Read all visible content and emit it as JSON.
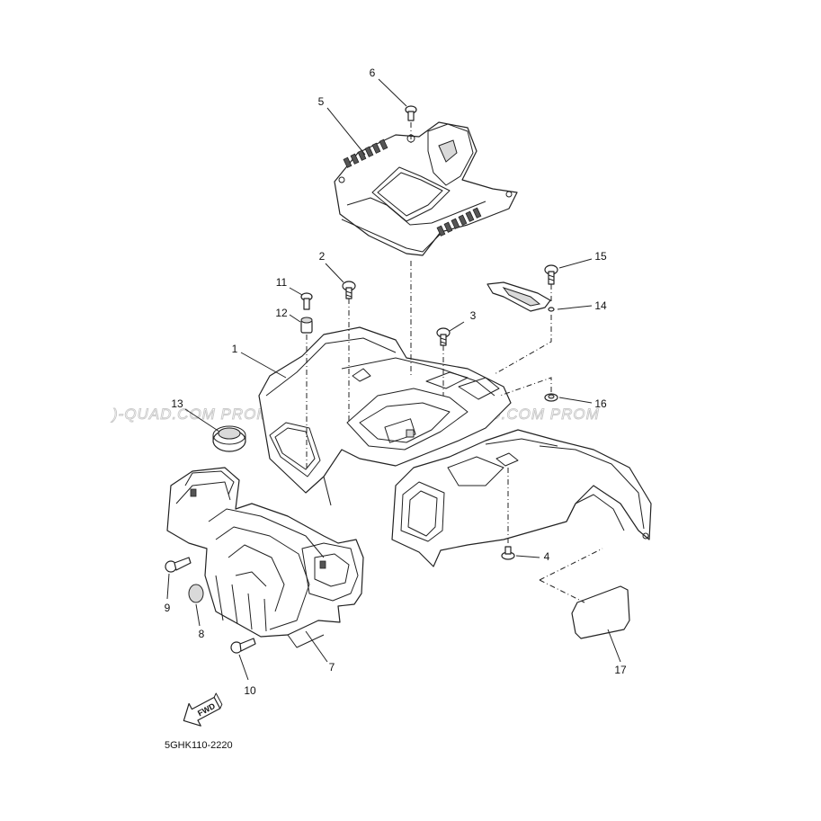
{
  "diagram": {
    "drawing_code": "5GHK110-2220",
    "watermark": ")-QUAD.COM     PROMO-QUAD.COM     PROMO-QUAD.COM     PROM",
    "fwd_label": "FWD",
    "callouts": {
      "c1": "1",
      "c2": "2",
      "c3": "3",
      "c4": "4",
      "c5": "5",
      "c6": "6",
      "c7": "7",
      "c8": "8",
      "c9": "9",
      "c10": "10",
      "c11": "11",
      "c12": "12",
      "c13": "13",
      "c14": "14",
      "c15": "15",
      "c16": "16",
      "c17": "17"
    }
  }
}
